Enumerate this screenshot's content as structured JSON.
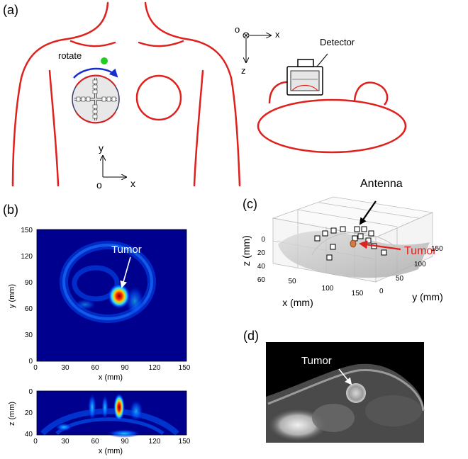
{
  "panel_a": {
    "label": "(a)",
    "rotate_label": "rotate",
    "front_axes": {
      "origin": "o",
      "x": "x",
      "y": "y"
    },
    "side_axes": {
      "origin": "o",
      "x": "x",
      "z": "z"
    },
    "detector_label": "Detector",
    "colors": {
      "body": "#e0201c",
      "arrow": "#1a2ecc",
      "dot": "#22cc22"
    }
  },
  "panel_b": {
    "label": "(b)",
    "tumor_label": "Tumor",
    "xy_map": {
      "xlabel": "x (mm)",
      "ylabel": "y (mm)",
      "xticks": [
        "0",
        "30",
        "60",
        "90",
        "120",
        "150"
      ],
      "yticks": [
        "150",
        "120",
        "90",
        "60",
        "30",
        "0"
      ]
    },
    "xz_map": {
      "xlabel": "x (mm)",
      "ylabel": "z (mm)",
      "xticks": [
        "0",
        "30",
        "60",
        "90",
        "120",
        "150"
      ],
      "zticks": [
        "0",
        "20",
        "40"
      ]
    }
  },
  "panel_c": {
    "label": "(c)",
    "antenna_label": "Antenna",
    "tumor_label": "Tumor",
    "xlabel": "x (mm)",
    "ylabel": "y (mm)",
    "zlabel": "z (mm)",
    "xticks": [
      "50",
      "100",
      "150"
    ],
    "yticks": [
      "0",
      "50",
      "100",
      "150"
    ],
    "zticks": [
      "0",
      "20",
      "40",
      "60"
    ],
    "tumor_color": "#e0201c"
  },
  "panel_d": {
    "label": "(d)",
    "tumor_label": "Tumor"
  }
}
